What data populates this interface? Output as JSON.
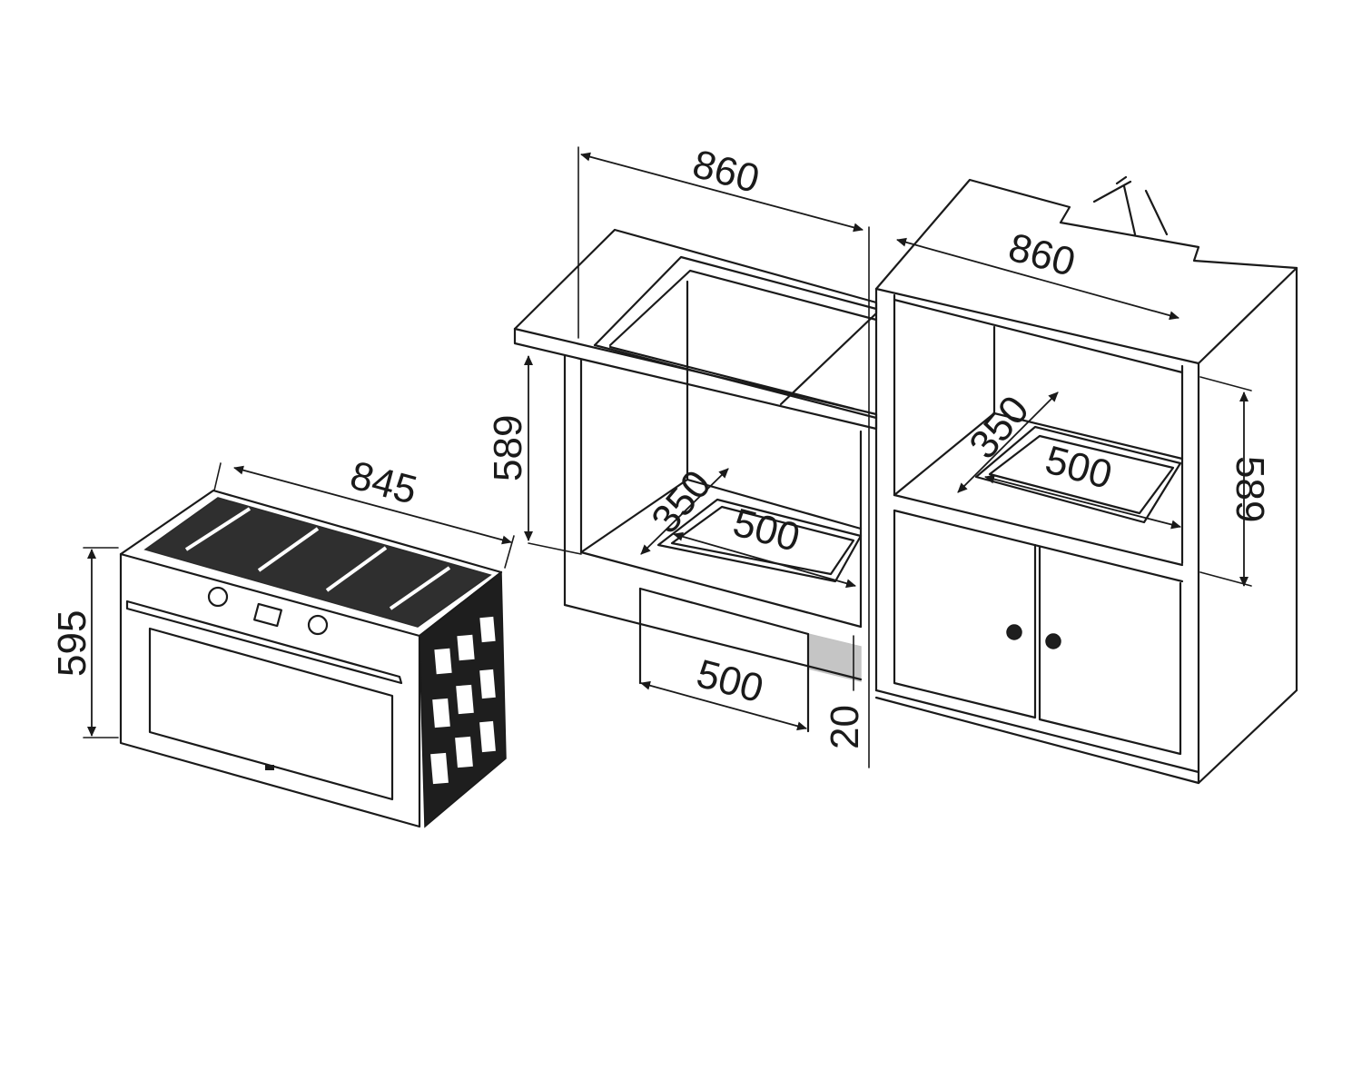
{
  "oven": {
    "width_label": "845",
    "height_label": "595"
  },
  "cabinet_countertop": {
    "width_label": "860",
    "height_label": "589",
    "opening_depth_label": "350",
    "opening_width_label": "500",
    "bottom_opening_width_label": "500",
    "gap_label": "20"
  },
  "cabinet_tall": {
    "width_label": "860",
    "height_label": "589",
    "opening_depth_label": "350",
    "opening_width_label": "500"
  }
}
